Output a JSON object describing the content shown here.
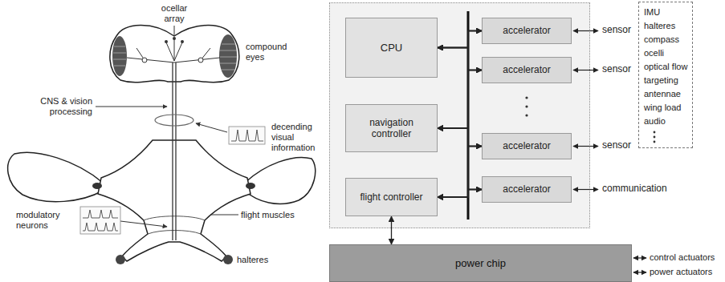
{
  "diagram": {
    "nodes": [
      {
        "text": [
          "CPU"
        ]
      },
      {
        "text": [
          "navigation controller"
        ]
      },
      {
        "text": [
          "flight controller"
        ]
      },
      {
        "text": [
          "accelerator"
        ]
      },
      {
        "text": [
          "accelerator"
        ]
      },
      {
        "text": [
          "accelerator"
        ]
      },
      {
        "text": [
          "accelerator"
        ]
      },
      {
        "text": [
          "IMU",
          "halteres",
          "compass",
          "ocelli",
          "optical flow",
          "targeting",
          "antennae",
          "wing load",
          "audio"
        ]
      },
      {
        "text": [
          "power chip"
        ]
      }
    ],
    "edges": [
      {
        "from": 0,
        "to": 3,
        "arrow": "both"
      },
      {
        "from": 0,
        "to": 4,
        "arrow": "both"
      },
      {
        "from": 0,
        "to": 5,
        "arrow": "both"
      },
      {
        "from": 0,
        "to": 6,
        "arrow": "both"
      },
      {
        "from": 1,
        "to": 3,
        "arrow": "both"
      },
      {
        "from": 1,
        "to": 4,
        "arrow": "both"
      },
      {
        "from": 1,
        "to": 5,
        "arrow": "both"
      },
      {
        "from": 1,
        "to": 6,
        "arrow": "both"
      },
      {
        "from": 2,
        "to": 3,
        "arrow": "both"
      },
      {
        "from": 2,
        "to": 4,
        "arrow": "both"
      },
      {
        "from": 2,
        "to": 5,
        "arrow": "both"
      },
      {
        "from": 2,
        "to": 6,
        "arrow": "both"
      },
      {
        "from": 2,
        "to": 8,
        "arrow": "both"
      }
    ],
    "labels": [
      "ocellar array",
      "compound eyes",
      "CNS & vision processing",
      "decending visual information",
      "flight muscles",
      "modulatory neurons",
      "halteres",
      "sensor",
      "sensor",
      "sensor",
      "communication",
      "control actuators",
      "power actuators"
    ]
  }
}
